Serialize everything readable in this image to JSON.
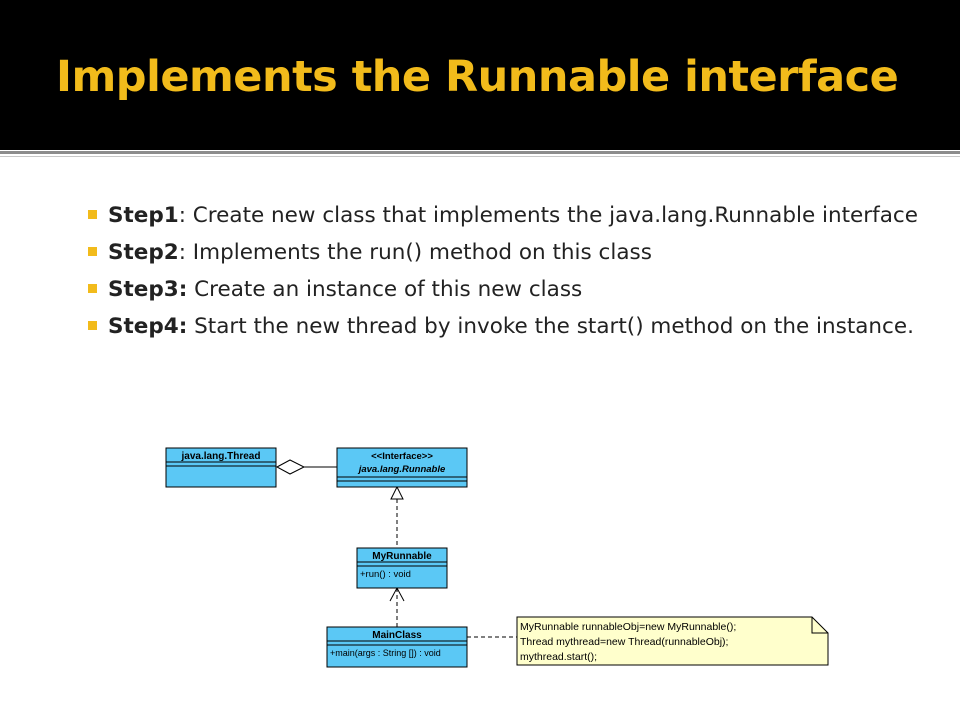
{
  "slide": {
    "title": "Implements the Runnable interface",
    "bullets": [
      {
        "label": "Step1",
        "sep": ":",
        "text": " Create new class that implements the java.lang.Runnable interface"
      },
      {
        "label": "Step2",
        "sep": ":",
        "text": " Implements the run() method on this class"
      },
      {
        "label": "Step3:",
        "sep": "",
        "text": " Create an instance of this new class"
      },
      {
        "label": "Step4:",
        "sep": "",
        "text": " Start the new thread by invoke the start() method on the instance."
      }
    ]
  },
  "diagram": {
    "thread_class": {
      "name": "java.lang.Thread"
    },
    "runnable_interface": {
      "stereotype": "<<Interface>>",
      "name": "java.lang.Runnable"
    },
    "myrunnable_class": {
      "name": "MyRunnable",
      "method": "+run() : void"
    },
    "main_class": {
      "name": "MainClass",
      "method": "+main(args : String []) : void"
    },
    "note": {
      "lines": [
        "MyRunnable runnableObj=new MyRunnable();",
        "Thread mythread=new Thread(runnableObj);",
        "mythread.start();"
      ]
    }
  },
  "colors": {
    "title": "#f2bb1b",
    "bullet": "#f2bb1b",
    "class_fill": "#5bc8f5",
    "note_fill": "#ffffcc"
  }
}
